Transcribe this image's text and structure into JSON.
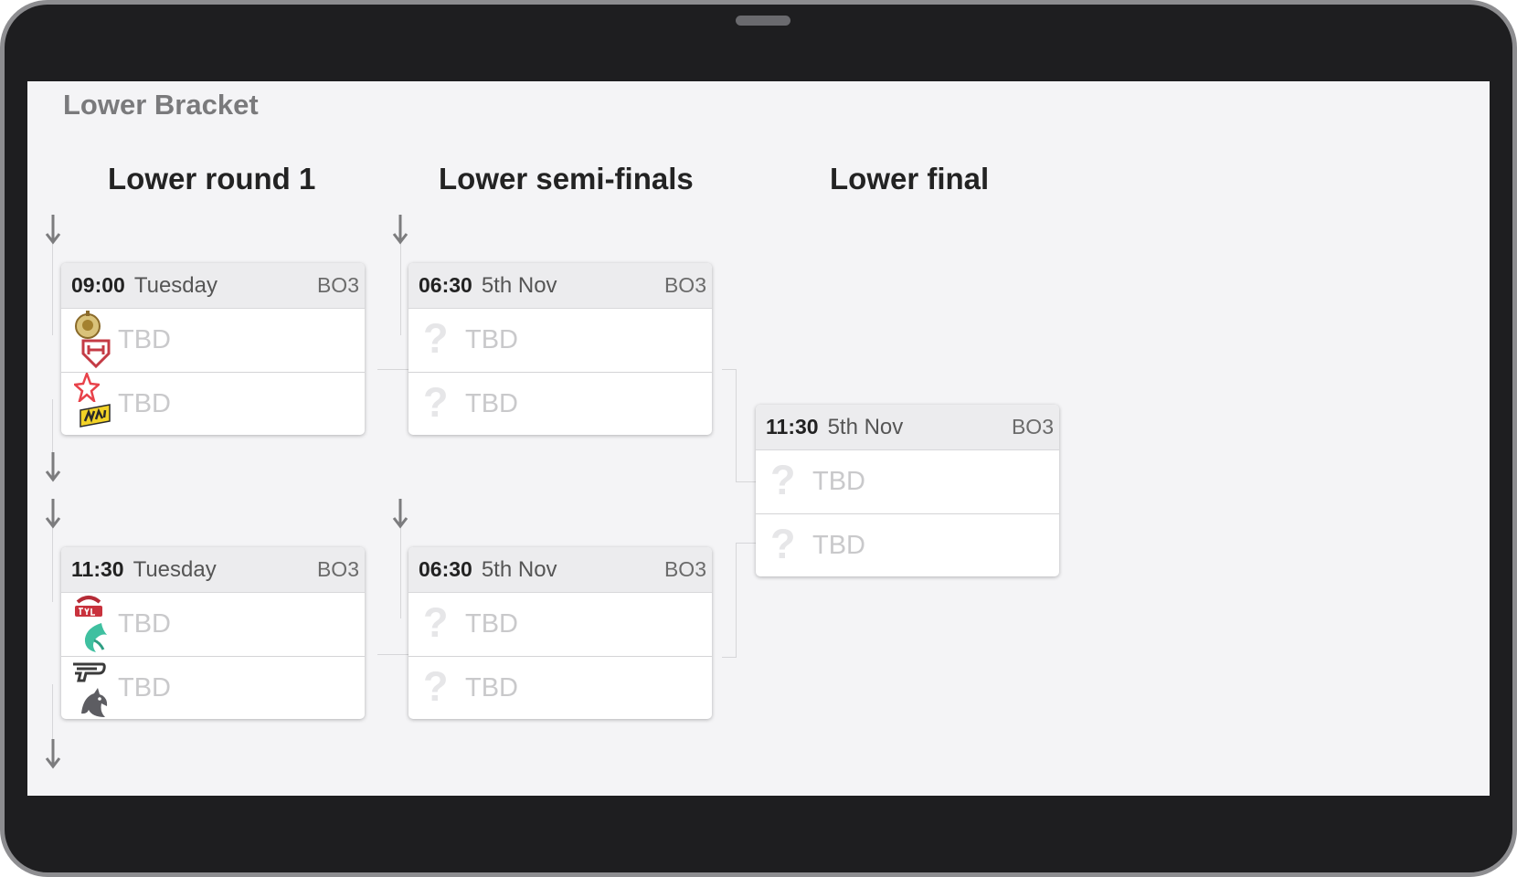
{
  "bracket": {
    "title": "Lower Bracket",
    "rounds": [
      {
        "title": "Lower round 1"
      },
      {
        "title": "Lower semi-finals"
      },
      {
        "title": "Lower final"
      }
    ]
  },
  "matches": [
    {
      "time": "09:00",
      "day": "Tuesday",
      "format": "BO3",
      "teams": [
        {
          "name": "TBD",
          "logos": [
            "gold-crest-team-logo-icon",
            "heroic-shield-logo-icon"
          ]
        },
        {
          "name": "TBD",
          "logos": [
            "astralis-star-logo-icon",
            "navi-logo-icon"
          ]
        }
      ]
    },
    {
      "time": "11:30",
      "day": "Tuesday",
      "format": "BO3",
      "teams": [
        {
          "name": "TBD",
          "logos": [
            "tyloo-logo-icon",
            "falcon-teal-logo-icon"
          ]
        },
        {
          "name": "TBD",
          "logos": [
            "pain-logo-icon",
            "spirit-dragon-logo-icon"
          ]
        }
      ]
    },
    {
      "time": "06:30",
      "day": "5th Nov",
      "format": "BO3",
      "teams": [
        {
          "name": "TBD",
          "logos": [
            "question-mark-icon"
          ]
        },
        {
          "name": "TBD",
          "logos": [
            "question-mark-icon"
          ]
        }
      ]
    },
    {
      "time": "06:30",
      "day": "5th Nov",
      "format": "BO3",
      "teams": [
        {
          "name": "TBD",
          "logos": [
            "question-mark-icon"
          ]
        },
        {
          "name": "TBD",
          "logos": [
            "question-mark-icon"
          ]
        }
      ]
    },
    {
      "time": "11:30",
      "day": "5th Nov",
      "format": "BO3",
      "teams": [
        {
          "name": "TBD",
          "logos": [
            "question-mark-icon"
          ]
        },
        {
          "name": "TBD",
          "logos": [
            "question-mark-icon"
          ]
        }
      ]
    }
  ],
  "colors": {
    "screen_bg": "#f4f4f6",
    "header_bg": "#ececee",
    "connector": "#d6d6d9",
    "tbd_text": "#c9c9cb"
  }
}
